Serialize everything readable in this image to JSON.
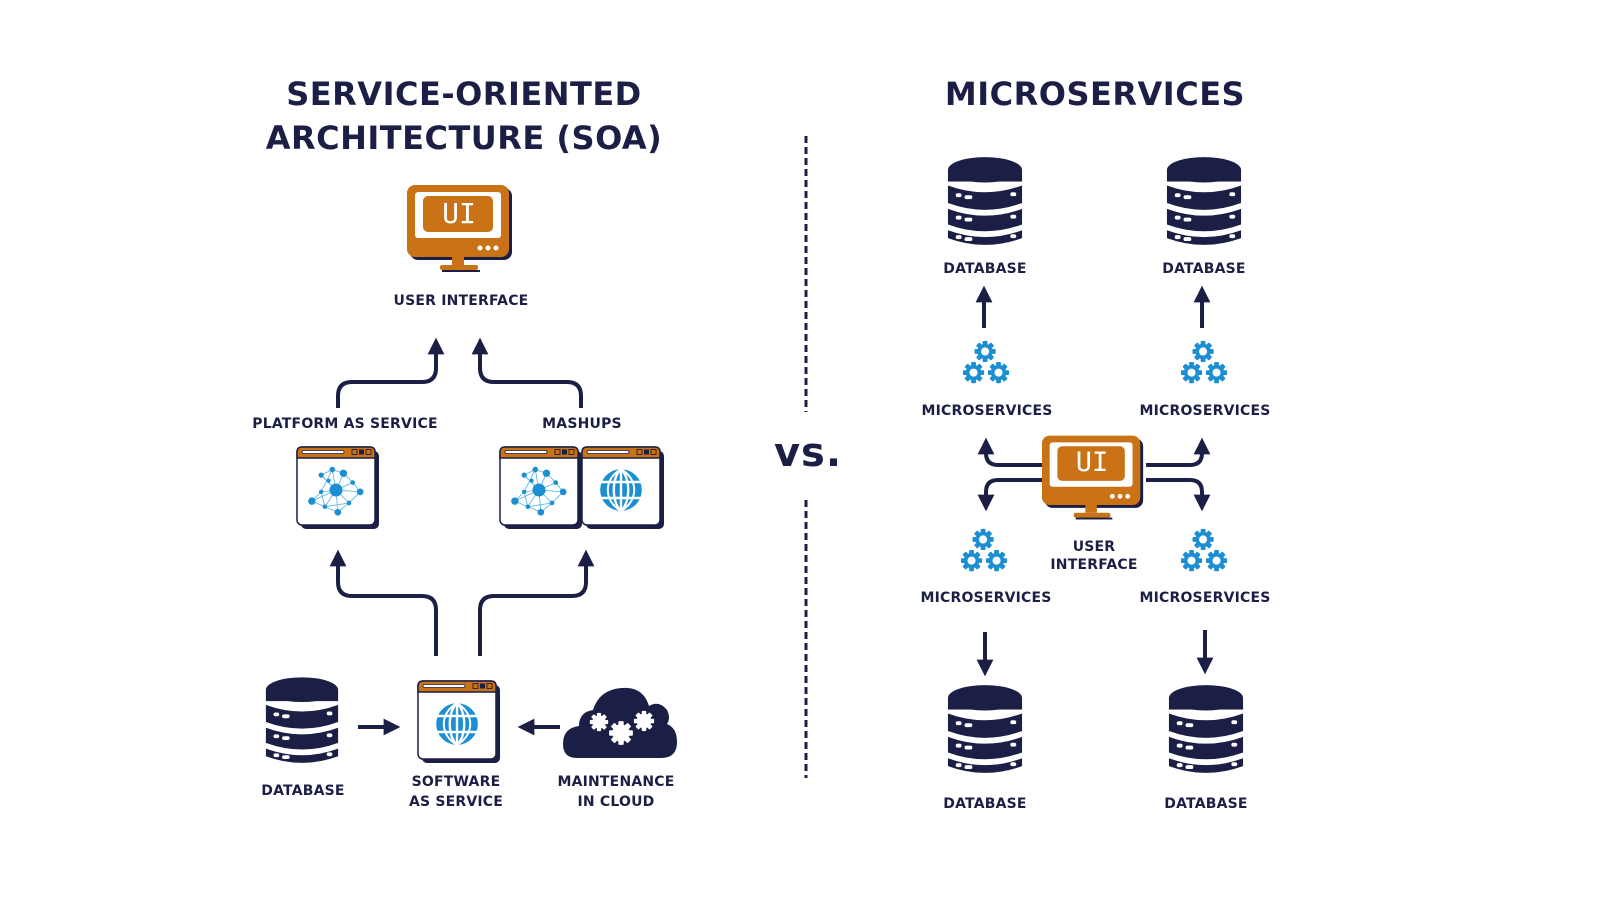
{
  "colors": {
    "navy": "#1c1f45",
    "orange": "#c97316",
    "blue": "#1b8fd2",
    "background": "#ffffff"
  },
  "soa": {
    "title_line1": "SERVICE-ORIENTED",
    "title_line2": "ARCHITECTURE (SOA)",
    "user_interface": {
      "label": "USER INTERFACE",
      "screen_text": "UI",
      "icon": "monitor-icon"
    },
    "platform_as_service": {
      "label": "PLATFORM AS SERVICE",
      "icon": "network-window-icon"
    },
    "mashups": {
      "label": "MASHUPS",
      "icons": [
        "network-window-icon",
        "globe-window-icon"
      ]
    },
    "database": {
      "label": "DATABASE",
      "icon": "database-icon"
    },
    "software_as_service": {
      "label_line1": "SOFTWARE",
      "label_line2": "AS SERVICE",
      "icon": "globe-window-icon"
    },
    "maintenance_in_cloud": {
      "label_line1": "MAINTENANCE",
      "label_line2": "IN CLOUD",
      "icon": "cloud-gears-icon"
    }
  },
  "divider": {
    "text": "vs."
  },
  "microservices": {
    "title": "MICROSERVICES",
    "user_interface": {
      "label_line1": "USER",
      "label_line2": "INTERFACE",
      "screen_text": "UI",
      "icon": "monitor-icon"
    },
    "top_databases": [
      {
        "label": "DATABASE"
      },
      {
        "label": "DATABASE"
      }
    ],
    "top_services": [
      {
        "label": "MICROSERVICES"
      },
      {
        "label": "MICROSERVICES"
      }
    ],
    "bottom_services": [
      {
        "label": "MICROSERVICES"
      },
      {
        "label": "MICROSERVICES"
      }
    ],
    "bottom_databases": [
      {
        "label": "DATABASE"
      },
      {
        "label": "DATABASE"
      }
    ]
  }
}
